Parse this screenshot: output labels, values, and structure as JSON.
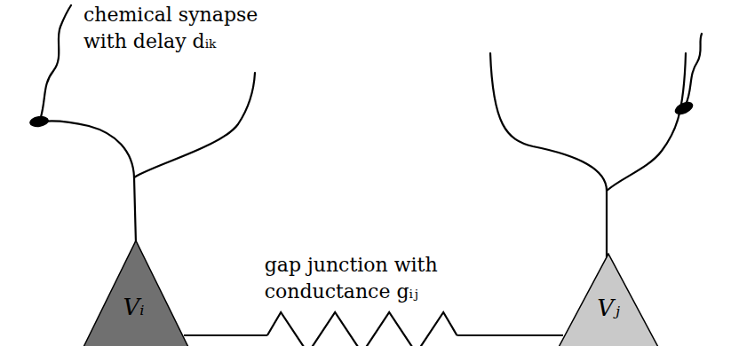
{
  "diagram": {
    "nodes": [
      {
        "text": [
          "Vᵢ"
        ]
      },
      {
        "text": [
          "Vⱼ"
        ]
      }
    ],
    "edges": [
      {
        "from": 0,
        "to": 1,
        "arrow": "none",
        "label": "gap junction with conductance gᵢⱼ"
      }
    ],
    "labels": [
      "chemical synapse with delay dᵢₖ"
    ]
  }
}
